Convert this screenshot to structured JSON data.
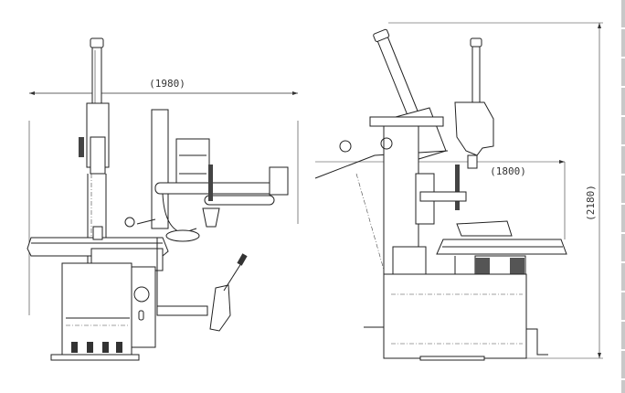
{
  "title": "Tire changer dimension drawing",
  "dimensions": {
    "width_side_view": "(1980)",
    "depth_front_view": "(1800)",
    "height": "(2180)"
  }
}
